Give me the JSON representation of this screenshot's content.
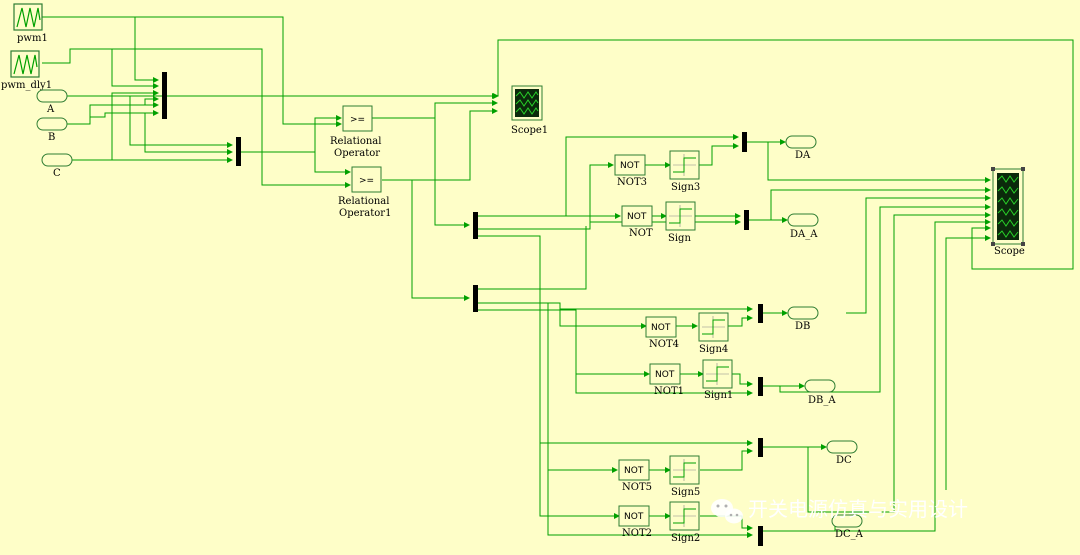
{
  "diagram": {
    "sources": {
      "pwm1": "pwm1",
      "pwm_dly1": "pwm_dly1",
      "A": "A",
      "B": "B",
      "C": "C"
    },
    "operators": {
      "relop1_symbol": ">=",
      "relop1_line1": "Relational",
      "relop1_line2": "Operator",
      "relop2_symbol": ">=",
      "relop2_line1": "Relational",
      "relop2_line2": "Operator1"
    },
    "not_blocks": {
      "not_symbol": "NOT",
      "NOT3": "NOT3",
      "NOT": "NOT",
      "NOT4": "NOT4",
      "NOT1": "NOT1",
      "NOT5": "NOT5",
      "NOT2": "NOT2"
    },
    "sign_blocks": {
      "Sign3": "Sign3",
      "Sign": "Sign",
      "Sign4": "Sign4",
      "Sign1": "Sign1",
      "Sign5": "Sign5",
      "Sign2": "Sign2"
    },
    "outputs": {
      "DA": "DA",
      "DA_A": "DA_A",
      "DB": "DB",
      "DB_A": "DB_A",
      "DC": "DC",
      "DC_A": "DC_A"
    },
    "scopes": {
      "scope1": "Scope1",
      "scope": "Scope"
    },
    "watermark": "开关电源仿真与实用设计"
  },
  "colors": {
    "background": "#FEFEC8",
    "wire": "#00A000",
    "block_border": "#2E7D32",
    "scope_screen": "#0b2a0b",
    "scope_trace": "#29d129"
  }
}
